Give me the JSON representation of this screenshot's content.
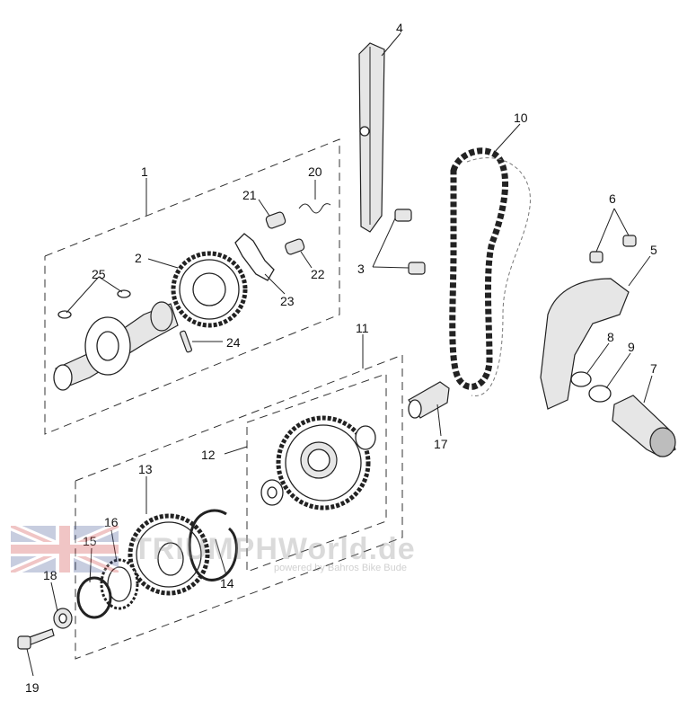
{
  "callouts": [
    {
      "id": "1",
      "text": "1"
    },
    {
      "id": "2",
      "text": "2"
    },
    {
      "id": "3",
      "text": "3"
    },
    {
      "id": "4",
      "text": "4"
    },
    {
      "id": "5",
      "text": "5"
    },
    {
      "id": "6",
      "text": "6"
    },
    {
      "id": "7",
      "text": "7"
    },
    {
      "id": "8",
      "text": "8"
    },
    {
      "id": "9",
      "text": "9"
    },
    {
      "id": "10",
      "text": "10"
    },
    {
      "id": "11",
      "text": "11"
    },
    {
      "id": "12",
      "text": "12"
    },
    {
      "id": "13",
      "text": "13"
    },
    {
      "id": "14",
      "text": "14"
    },
    {
      "id": "15",
      "text": "15"
    },
    {
      "id": "16",
      "text": "16"
    },
    {
      "id": "17",
      "text": "17"
    },
    {
      "id": "18",
      "text": "18"
    },
    {
      "id": "19",
      "text": "19"
    },
    {
      "id": "20",
      "text": "20"
    },
    {
      "id": "21",
      "text": "21"
    },
    {
      "id": "22",
      "text": "22"
    },
    {
      "id": "23",
      "text": "23"
    },
    {
      "id": "24",
      "text": "24"
    },
    {
      "id": "25",
      "text": "25"
    }
  ],
  "watermark": {
    "title": "TRIUMPHWorld.de",
    "subtitle": "powered by Bahros Bike Bude"
  },
  "icons": {
    "flag": "union-jack-flag-icon"
  }
}
